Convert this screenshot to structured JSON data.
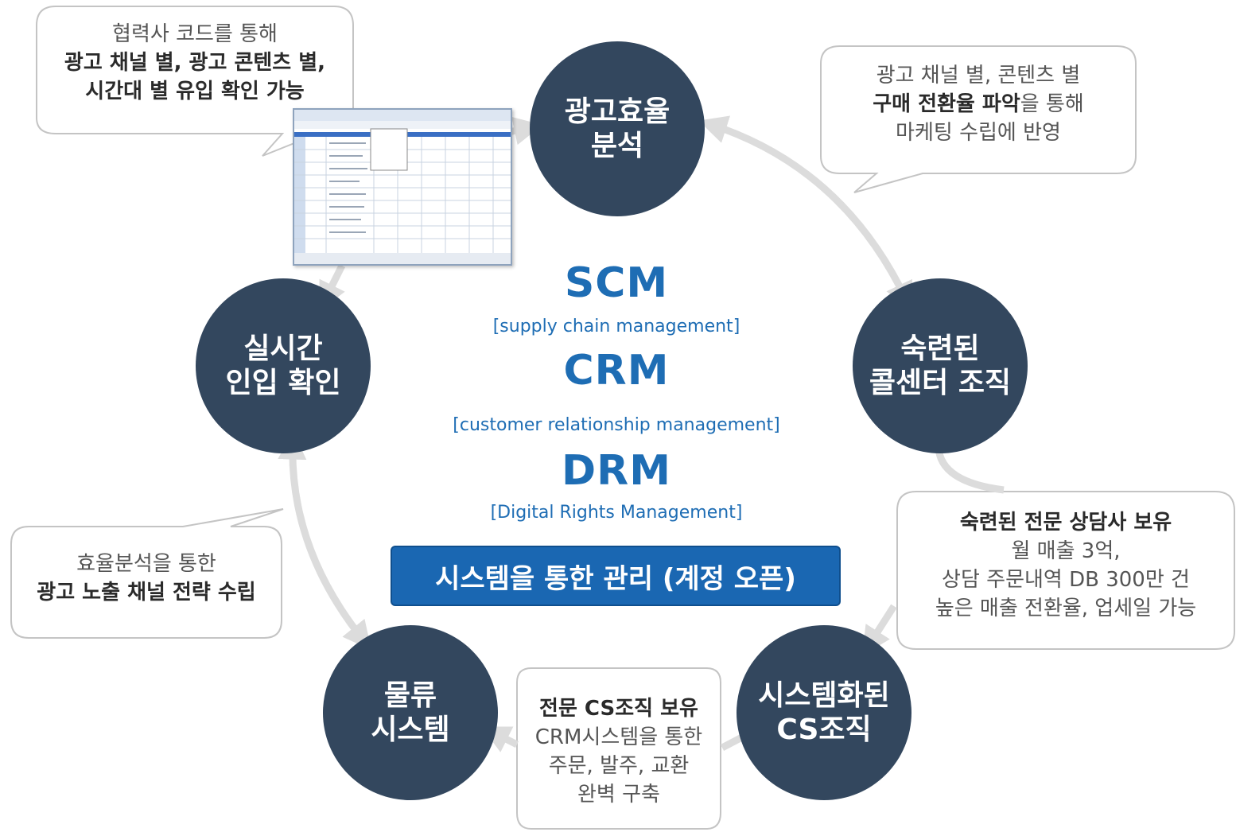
{
  "nodes": {
    "ad_efficiency": [
      "광고효율",
      "분석"
    ],
    "call_center": [
      "숙련된",
      "콜센터 조직"
    ],
    "cs_org": [
      "시스템화된",
      "CS조직"
    ],
    "logistics": [
      "물류",
      "시스템"
    ],
    "realtime": [
      "실시간",
      "인입 확인"
    ]
  },
  "bubbles": {
    "top_left": {
      "lines": [
        "협력사 코드를 통해",
        "광고 채널 별, 광고 콘텐츠 별,",
        "시간대 별 유입 확인 가능"
      ]
    },
    "top_right": {
      "line1": "광고 채널 별, 콘텐츠 별",
      "line2_bold": "구매 전환율 파악",
      "line2_rest": "을 통해",
      "line3": "마케팅 수립에 반영"
    },
    "right": {
      "lines": [
        "숙련된 전문 상담사 보유",
        "월 매출 3억,",
        "상담 주문내역 DB 300만 건",
        "높은 매출 전환율, 업세일 가능"
      ]
    },
    "bottom": {
      "lines": [
        "전문 CS조직 보유",
        "CRM시스템을 통한",
        "주문, 발주, 교환",
        "완벽 구축"
      ]
    },
    "left": {
      "lines": [
        "효율분석을 통한",
        "광고 노출 채널 전략 수립"
      ]
    }
  },
  "center": {
    "scm": "SCM",
    "scm_full": "[supply chain management]",
    "crm": "CRM",
    "crm_full": "[customer relationship management]",
    "drm": "DRM",
    "drm_full": "[Digital Rights Management]",
    "banner": "시스템을 통한 관리 (계정 오픈)"
  },
  "colors": {
    "node": "#33475e",
    "accent_blue": "#1e6db4",
    "banner": "#1a67b2",
    "arrow": "#dcdcdc"
  }
}
